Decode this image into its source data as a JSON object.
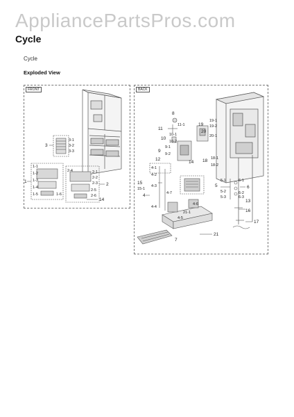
{
  "header": {
    "watermark": "AppliancePartsPros.com",
    "title": "Cycle",
    "subtitle": "Cycle",
    "section": "Exploded View"
  },
  "panels": {
    "front_tag": "FRONT",
    "back_tag": "BACK"
  },
  "callouts": {
    "front": [
      "1",
      "2",
      "3",
      "14",
      "1-1",
      "1-2",
      "1-3",
      "1-4",
      "1-5",
      "1-6",
      "2-1",
      "2-2",
      "2-3",
      "2-4",
      "2-5",
      "2-6",
      "3-1",
      "3-2",
      "3-3"
    ],
    "back": [
      "4",
      "5",
      "6",
      "7",
      "8",
      "9",
      "10",
      "11",
      "12",
      "13",
      "14",
      "15",
      "16",
      "17",
      "18",
      "19",
      "20",
      "21",
      "4-1",
      "4-2",
      "4-3",
      "4-4",
      "4-5",
      "4-6",
      "4-7",
      "5-1",
      "5-2",
      "5-3",
      "6-1",
      "6-2",
      "6-3",
      "9-1",
      "9-2",
      "10-1",
      "10-2",
      "11-1",
      "15-1",
      "18-1",
      "18-2",
      "19-1",
      "19-2",
      "20-1",
      "21-1"
    ]
  }
}
